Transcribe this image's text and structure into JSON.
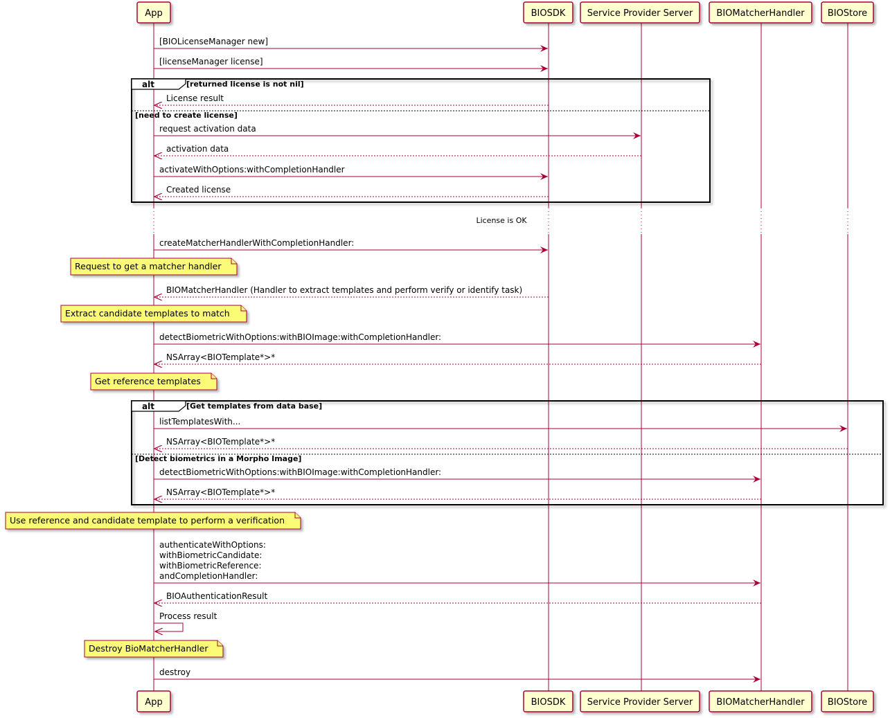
{
  "colors": {
    "participant_fill": "#FEFECE",
    "participant_border": "#A80036",
    "arrow": "#A80036",
    "note_fill": "#FBFB77",
    "note_border": "#A80036",
    "frame_border": "#000000"
  },
  "participants": [
    {
      "id": "app",
      "label": "App"
    },
    {
      "id": "biosdk",
      "label": "BIOSDK"
    },
    {
      "id": "sps",
      "label": "Service Provider Server"
    },
    {
      "id": "bmh",
      "label": "BIOMatcherHandler"
    },
    {
      "id": "biostore",
      "label": "BIOStore"
    }
  ],
  "messages": [
    {
      "from": "app",
      "to": "biosdk",
      "style": "solid",
      "lines": [
        "[BIOLicenseManager new]"
      ]
    },
    {
      "from": "app",
      "to": "biosdk",
      "style": "solid",
      "lines": [
        "[licenseManager license]"
      ]
    },
    {
      "from": "biosdk",
      "to": "app",
      "style": "dashed",
      "lines": [
        "License result"
      ]
    },
    {
      "from": "app",
      "to": "sps",
      "style": "solid",
      "lines": [
        "request activation data"
      ]
    },
    {
      "from": "sps",
      "to": "app",
      "style": "dashed",
      "lines": [
        "activation data"
      ]
    },
    {
      "from": "app",
      "to": "biosdk",
      "style": "solid",
      "lines": [
        "activateWithOptions:withCompletionHandler"
      ]
    },
    {
      "from": "biosdk",
      "to": "app",
      "style": "dashed",
      "lines": [
        "Created license"
      ]
    },
    {
      "from": "app",
      "to": "biosdk",
      "style": "solid",
      "lines": [
        "createMatcherHandlerWithCompletionHandler:"
      ]
    },
    {
      "from": "biosdk",
      "to": "app",
      "style": "dashed",
      "lines": [
        "BIOMatcherHandler  (Handler to extract templates and perform verify or identify task)"
      ]
    },
    {
      "from": "app",
      "to": "bmh",
      "style": "solid",
      "lines": [
        "detectBiometricWithOptions:withBIOImage:withCompletionHandler:"
      ]
    },
    {
      "from": "bmh",
      "to": "app",
      "style": "dashed",
      "lines": [
        "NSArray<BIOTemplate*>*"
      ]
    },
    {
      "from": "app",
      "to": "biostore",
      "style": "solid",
      "lines": [
        "listTemplatesWith..."
      ]
    },
    {
      "from": "biostore",
      "to": "app",
      "style": "dashed",
      "lines": [
        "NSArray<BIOTemplate*>*"
      ]
    },
    {
      "from": "app",
      "to": "bmh",
      "style": "solid",
      "lines": [
        "detectBiometricWithOptions:withBIOImage:withCompletionHandler:"
      ]
    },
    {
      "from": "bmh",
      "to": "app",
      "style": "dashed",
      "lines": [
        "NSArray<BIOTemplate*>*"
      ]
    },
    {
      "from": "app",
      "to": "bmh",
      "style": "solid",
      "lines": [
        "authenticateWithOptions:",
        "withBiometricCandidate:",
        "withBiometricReference:",
        "andCompletionHandler:"
      ]
    },
    {
      "from": "bmh",
      "to": "app",
      "style": "dashed",
      "lines": [
        "BIOAuthenticationResult"
      ]
    },
    {
      "from": "app",
      "to": "app",
      "style": "solid",
      "lines": [
        "Process result"
      ]
    },
    {
      "from": "app",
      "to": "bmh",
      "style": "solid",
      "lines": [
        "destroy"
      ]
    }
  ],
  "notes": [
    {
      "on": "app",
      "text": "Request to get a matcher handler"
    },
    {
      "on": "app",
      "text": "Extract candidate templates to match"
    },
    {
      "on": "app",
      "text": "Get reference templates"
    },
    {
      "on": "app",
      "text": "Use reference and candidate template to perform a verification"
    },
    {
      "on": "app",
      "text": "Destroy BioMatcherHandler"
    }
  ],
  "frames": [
    {
      "keyword": "alt",
      "guard": "[returned license is not nil]",
      "else_guard": "[need to create license]"
    },
    {
      "keyword": "alt",
      "guard": "[Get templates from data base]",
      "else_guard": "[Detect biometrics in a Morpho Image]"
    }
  ],
  "delay": {
    "text": "License is OK"
  }
}
